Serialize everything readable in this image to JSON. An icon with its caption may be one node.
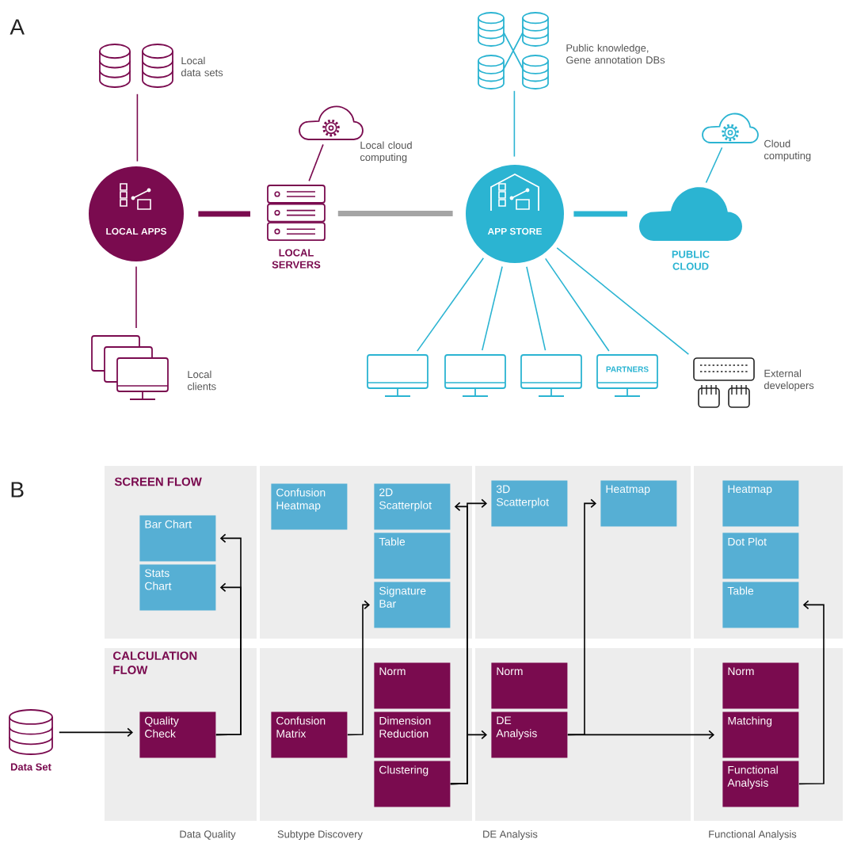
{
  "diagram": {
    "nodes": [
      {
        "text": [],
        "shape": "cylinder",
        "beside": [
          "Local data sets"
        ]
      },
      {
        "text": [],
        "shape": "cylinder",
        "beside": [
          "Public knowledge, Gene annotation DBs"
        ]
      },
      {
        "text": [],
        "shape": "cloud",
        "beside": [
          "Local cloud computing"
        ]
      },
      {
        "text": [],
        "shape": "cloud",
        "beside": [
          "Cloud computing"
        ]
      },
      {
        "text": [
          "LOCAL APPS"
        ]
      },
      {
        "text": [
          "LOCAL SERVERS"
        ]
      },
      {
        "text": [
          "APP STORE"
        ]
      },
      {
        "text": [
          "PUBLIC CLOUD"
        ]
      },
      {
        "text": [],
        "shape": "monitor",
        "beside": [
          "Local clients"
        ]
      },
      {
        "text": [],
        "shape": "monitor"
      },
      {
        "text": [],
        "shape": "monitor"
      },
      {
        "text": [],
        "shape": "monitor"
      },
      {
        "text": [
          "PARTNERS"
        ]
      },
      {
        "text": [],
        "shape": "keyboard",
        "beside": [
          "External developers"
        ]
      },
      {
        "text": [
          "Bar Chart"
        ]
      },
      {
        "text": [
          "Stats Chart"
        ]
      },
      {
        "text": [
          "Confusion Heatmap"
        ]
      },
      {
        "text": [
          "2D Scatterplot"
        ]
      },
      {
        "text": [
          "Table"
        ]
      },
      {
        "text": [
          "Signature Bar"
        ]
      },
      {
        "text": [
          "3D Scatterplot"
        ]
      },
      {
        "text": [
          "Heatmap"
        ]
      },
      {
        "text": [
          "Heatmap"
        ]
      },
      {
        "text": [
          "Dot Plot"
        ]
      },
      {
        "text": [
          "Table"
        ]
      },
      {
        "text": [
          "Data Set"
        ]
      },
      {
        "text": [
          "Quality Check"
        ]
      },
      {
        "text": [
          "Confusion Matrix"
        ]
      },
      {
        "text": [
          "Norm"
        ]
      },
      {
        "text": [
          "Dimension Reduction"
        ]
      },
      {
        "text": [
          "Clustering"
        ]
      },
      {
        "text": [
          "Norm"
        ]
      },
      {
        "text": [
          "DE Analysis"
        ]
      },
      {
        "text": [
          "Norm"
        ]
      },
      {
        "text": [
          "Matching"
        ]
      },
      {
        "text": [
          "Functional Analysis"
        ]
      }
    ],
    "edges": [
      {
        "from": 0,
        "to": 4,
        "arrow": "none",
        "color": "#7a0b4f"
      },
      {
        "from": 4,
        "to": 8,
        "arrow": "none",
        "color": "#7a0b4f"
      },
      {
        "from": 4,
        "to": 5,
        "arrow": "none",
        "style": "thick",
        "color": "#7a0b4f"
      },
      {
        "from": 2,
        "to": 5,
        "arrow": "none",
        "color": "#7a0b4f"
      },
      {
        "from": 5,
        "to": 6,
        "arrow": "none",
        "style": "thick",
        "color": "#a5a5a5"
      },
      {
        "from": 1,
        "to": 6,
        "arrow": "none",
        "color": "#2bb4d2"
      },
      {
        "from": 6,
        "to": 7,
        "arrow": "none",
        "style": "thick",
        "color": "#2bb4d2"
      },
      {
        "from": 3,
        "to": 7,
        "arrow": "none",
        "color": "#2bb4d2"
      },
      {
        "from": 6,
        "to": 9,
        "arrow": "none",
        "color": "#2bb4d2"
      },
      {
        "from": 6,
        "to": 10,
        "arrow": "none",
        "color": "#2bb4d2"
      },
      {
        "from": 6,
        "to": 11,
        "arrow": "none",
        "color": "#2bb4d2"
      },
      {
        "from": 6,
        "to": 12,
        "arrow": "none",
        "color": "#2bb4d2"
      },
      {
        "from": 6,
        "to": 13,
        "arrow": "none",
        "color": "#2bb4d2"
      },
      {
        "from": 25,
        "to": 26,
        "arrow": "to"
      },
      {
        "from": 26,
        "to": 14,
        "arrow": "to"
      },
      {
        "from": 26,
        "to": 15,
        "arrow": "to"
      },
      {
        "from": 27,
        "to": 19,
        "arrow": "to"
      },
      {
        "from": 30,
        "to": 17,
        "arrow": "to"
      },
      {
        "from": 30,
        "to": 20,
        "arrow": "to"
      },
      {
        "from": 30,
        "to": 32,
        "arrow": "to"
      },
      {
        "from": 32,
        "to": 21,
        "arrow": "to"
      },
      {
        "from": 32,
        "to": 34,
        "arrow": "to"
      },
      {
        "from": 35,
        "to": 24,
        "arrow": "to"
      }
    ],
    "labels": [
      "A",
      "B",
      "SCREEN FLOW",
      "CALCULATION FLOW",
      "Data Quality",
      "Subtype Discovery",
      "DE Analysis",
      "Functional Analysis"
    ]
  }
}
